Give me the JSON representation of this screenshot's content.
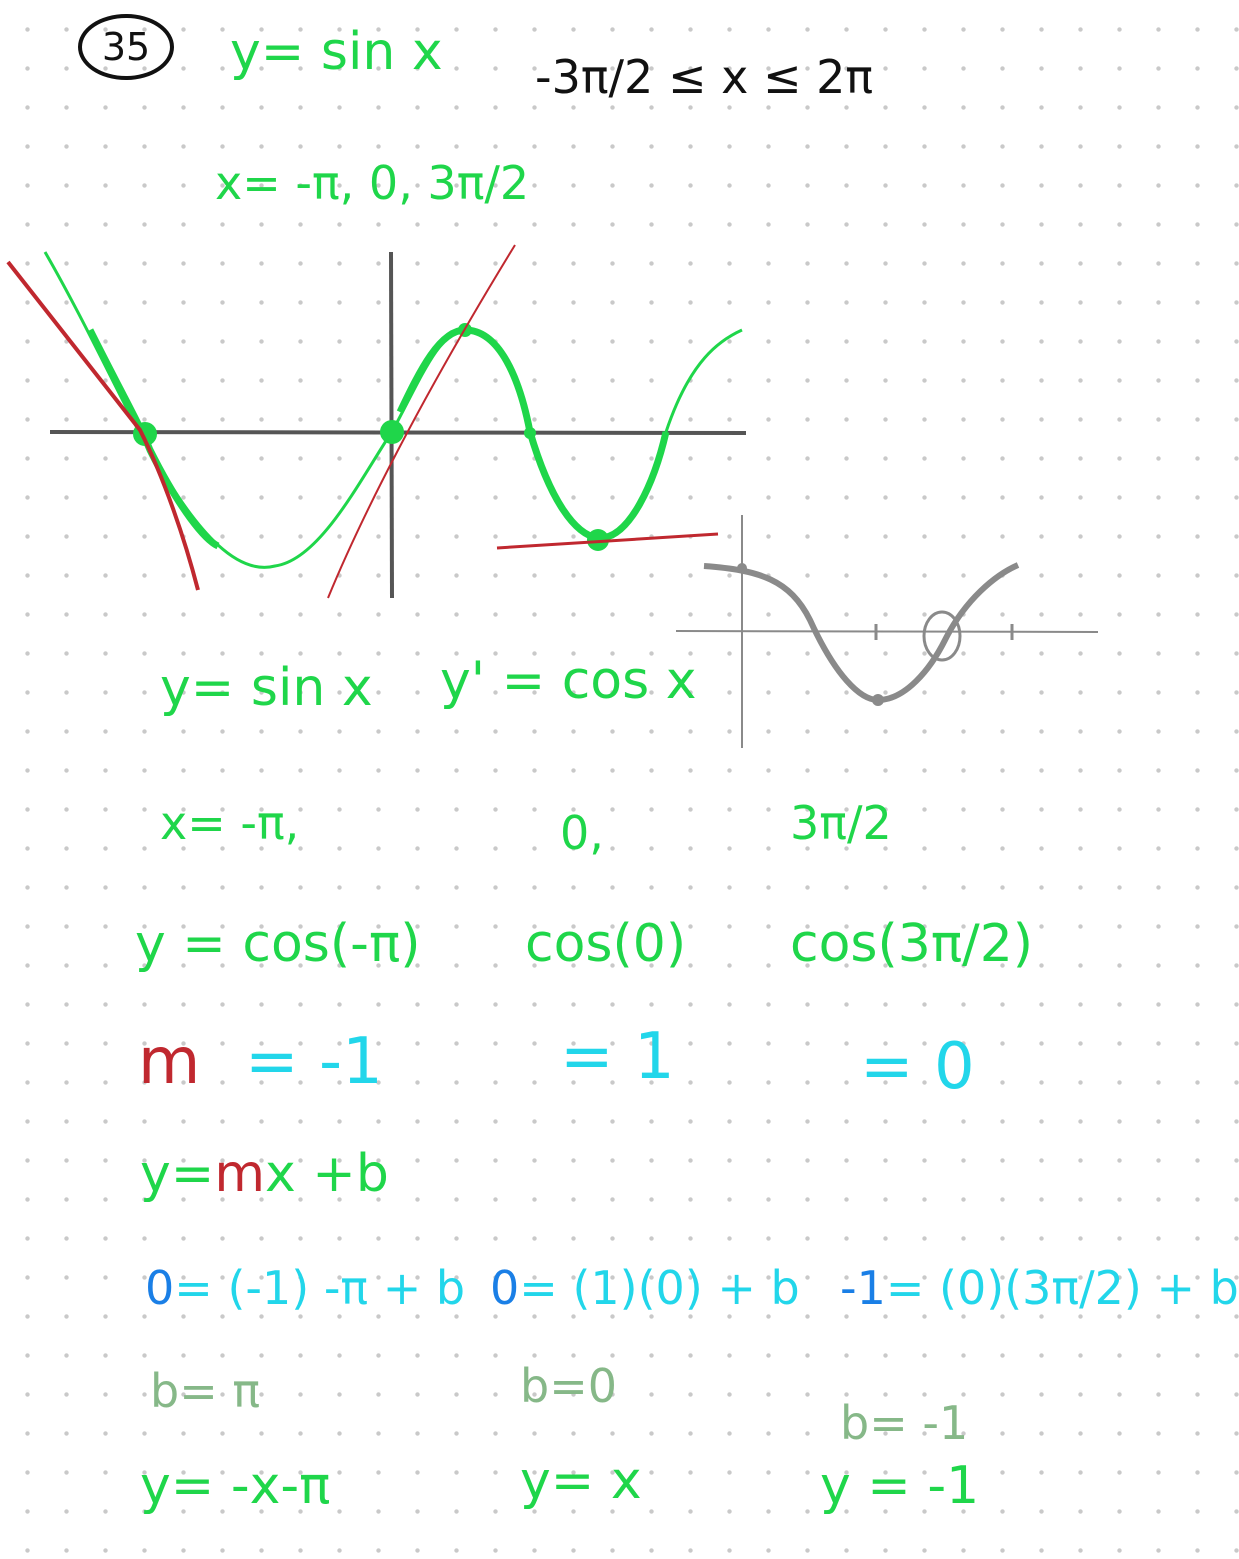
{
  "problem": {
    "number": "35",
    "function": "y= sin x",
    "domain": "-3π/2 ≤ x ≤ 2π",
    "points": "x= -π, 0, 3π/2"
  },
  "derivative": {
    "function": "y= sin x",
    "derivative": "y' = cos x"
  },
  "x_values": [
    "x= -π,",
    "0,",
    "3π/2"
  ],
  "cos_values": [
    "y = cos(-π)",
    "cos(0)",
    "cos(3π/2)"
  ],
  "slopes": {
    "label": "m",
    "values": [
      "= -1",
      "= 1",
      "= 0"
    ]
  },
  "line_form": {
    "y_eq": "y=",
    "m": "m",
    "rest": "x +b"
  },
  "substitutions": [
    {
      "lhs": "0",
      "rhs": "= (-1) -π + b"
    },
    {
      "lhs": "0",
      "rhs": "= (1)(0) + b"
    },
    {
      "lhs": "-1",
      "rhs": "= (0)(3π/2) + b"
    }
  ],
  "b_values": [
    "b= π",
    "b=0",
    "b= -1"
  ],
  "tangent_lines": [
    "y= -x-π",
    "y= x",
    "y = -1"
  ],
  "colors": {
    "green": "#1fd64a",
    "black": "#111111",
    "red": "#c0282f",
    "cyan": "#22d6ea",
    "blue": "#1a7fe6",
    "sage": "#86b888",
    "gray": "#8a8a8a"
  }
}
